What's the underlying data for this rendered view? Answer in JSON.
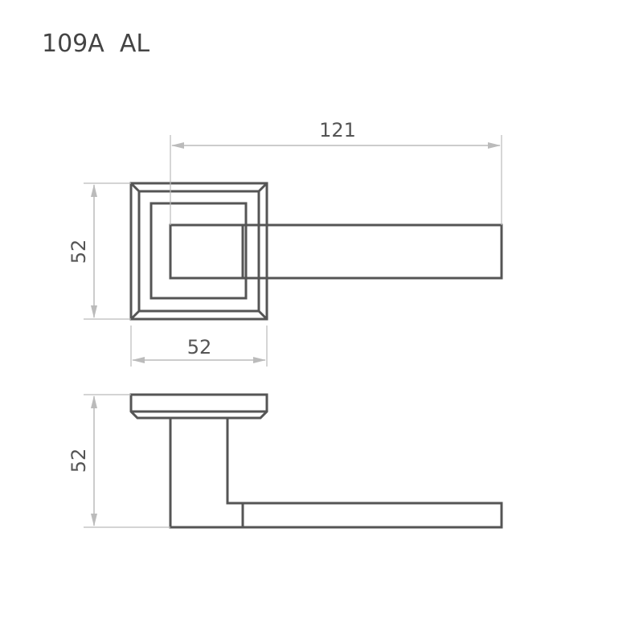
{
  "title": "109A  AL",
  "dimensions": {
    "handle_length": "121",
    "rosette_height_front": "52",
    "rosette_width_front": "52",
    "overall_height_side": "52"
  },
  "colors": {
    "outline": "#555555",
    "dimension": "#bbbbbb",
    "background": "#ffffff"
  }
}
